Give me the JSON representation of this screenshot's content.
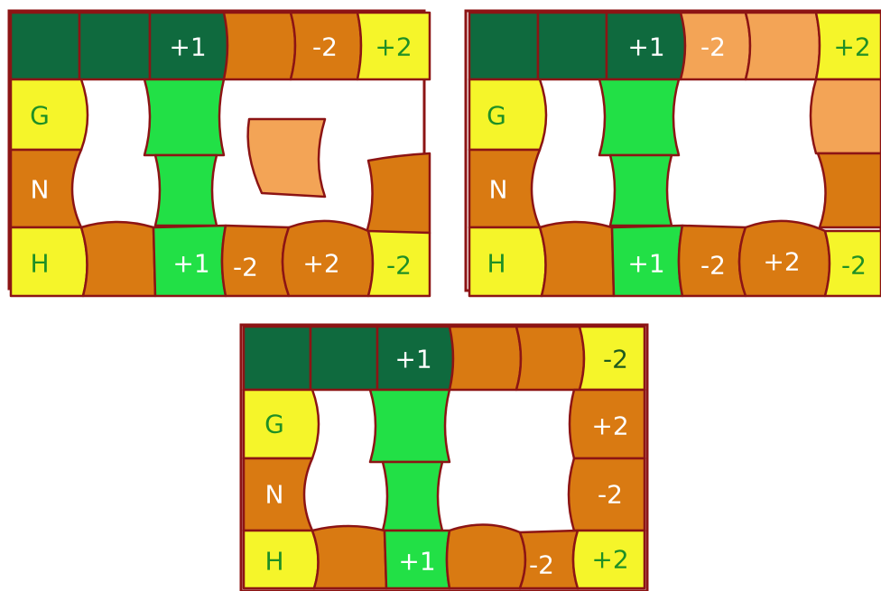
{
  "colors": {
    "dark_green": "#0f6a3e",
    "bright_green": "#22e046",
    "yellow": "#f5f52a",
    "orange": "#d97a12",
    "light_orange": "#f3a456",
    "outline": "#8c1414",
    "text_white": "#ffffff",
    "text_dark": "#1e5a1e",
    "text_green": "#1f8f25"
  },
  "boards": [
    {
      "name": "board-top-left",
      "cells": [
        {
          "color": "dark_green"
        },
        {
          "color": "dark_green"
        },
        {
          "color": "dark_green",
          "label": "+1",
          "text": "text_white"
        },
        {
          "color": "orange"
        },
        {
          "color": "orange",
          "label": "-2",
          "text": "text_white"
        },
        {
          "color": "yellow",
          "label": "+2",
          "text": "text_green"
        },
        {
          "color": "yellow",
          "label": "G",
          "text": "text_green"
        },
        {
          "color": "bright_green"
        },
        {
          "color": "orange",
          "label": "N",
          "text": "text_white"
        },
        {
          "color": "bright_green"
        },
        {
          "color": "orange"
        },
        {
          "color": "yellow",
          "label": "H",
          "text": "text_green"
        },
        {
          "color": "orange"
        },
        {
          "color": "bright_green",
          "label": "+1",
          "text": "text_white"
        },
        {
          "color": "orange",
          "label": "-2",
          "text": "text_white"
        },
        {
          "color": "orange",
          "label": "+2",
          "text": "text_white"
        },
        {
          "color": "yellow",
          "label": "-2",
          "text": "text_green"
        },
        {
          "color": "light_orange"
        }
      ]
    },
    {
      "name": "board-top-right",
      "cells": [
        {
          "color": "dark_green"
        },
        {
          "color": "dark_green"
        },
        {
          "color": "dark_green",
          "label": "+1",
          "text": "text_white"
        },
        {
          "color": "light_orange",
          "label": "-2",
          "text": "text_white"
        },
        {
          "color": "light_orange"
        },
        {
          "color": "yellow",
          "label": "+2",
          "text": "text_green"
        },
        {
          "color": "yellow",
          "label": "G",
          "text": "text_green"
        },
        {
          "color": "bright_green"
        },
        {
          "color": "light_orange"
        },
        {
          "color": "orange",
          "label": "N",
          "text": "text_white"
        },
        {
          "color": "bright_green"
        },
        {
          "color": "orange"
        },
        {
          "color": "yellow",
          "label": "H",
          "text": "text_green"
        },
        {
          "color": "orange"
        },
        {
          "color": "bright_green",
          "label": "+1",
          "text": "text_white"
        },
        {
          "color": "orange",
          "label": "-2",
          "text": "text_white"
        },
        {
          "color": "orange",
          "label": "+2",
          "text": "text_white"
        },
        {
          "color": "yellow",
          "label": "-2",
          "text": "text_green"
        }
      ]
    },
    {
      "name": "board-bottom",
      "cells": [
        {
          "color": "dark_green"
        },
        {
          "color": "dark_green"
        },
        {
          "color": "dark_green",
          "label": "+1",
          "text": "text_white"
        },
        {
          "color": "orange"
        },
        {
          "color": "orange"
        },
        {
          "color": "yellow",
          "label": "-2",
          "text": "text_dark"
        },
        {
          "color": "yellow",
          "label": "G",
          "text": "text_green"
        },
        {
          "color": "bright_green"
        },
        {
          "color": "orange",
          "label": "+2",
          "text": "text_white"
        },
        {
          "color": "orange",
          "label": "N",
          "text": "text_white"
        },
        {
          "color": "bright_green"
        },
        {
          "color": "orange",
          "label": "-2",
          "text": "text_white"
        },
        {
          "color": "yellow",
          "label": "H",
          "text": "text_green"
        },
        {
          "color": "orange"
        },
        {
          "color": "bright_green",
          "label": "+1",
          "text": "text_white"
        },
        {
          "color": "orange"
        },
        {
          "color": "orange",
          "label": "-2",
          "text": "text_white"
        },
        {
          "color": "yellow",
          "label": "+2",
          "text": "text_green"
        }
      ]
    }
  ]
}
